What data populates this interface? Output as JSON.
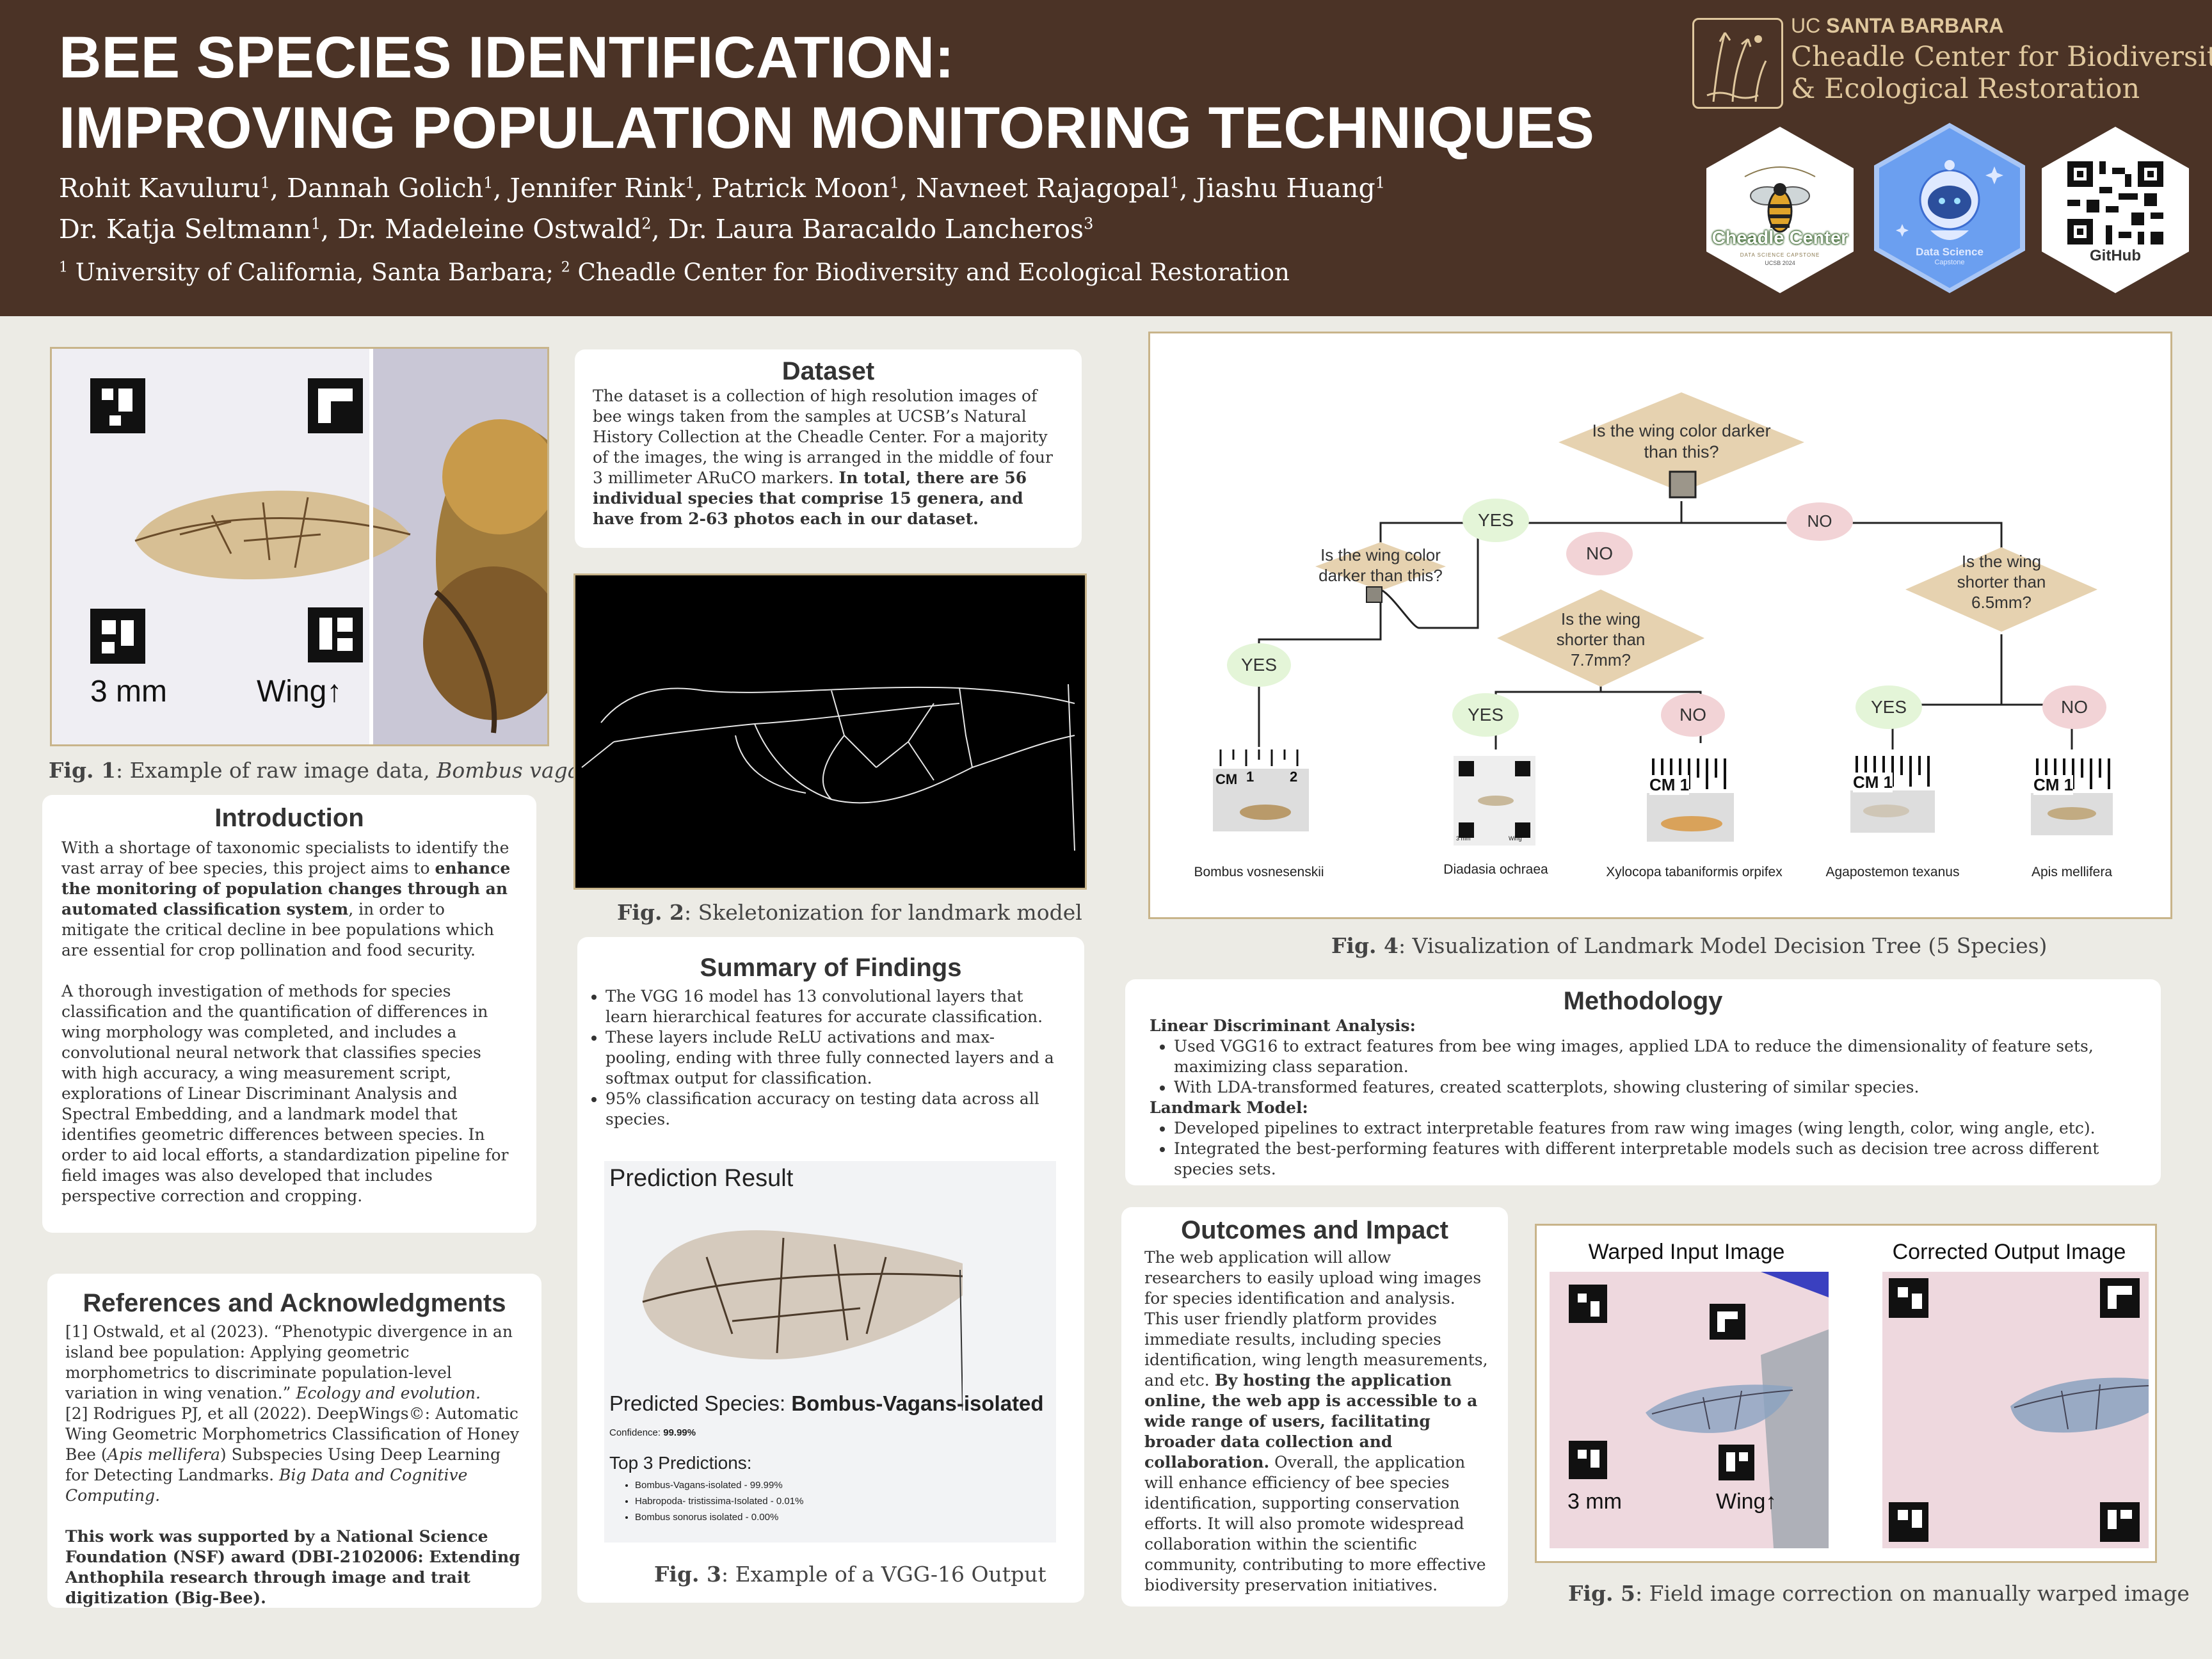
{
  "header": {
    "title_line1": "BEE SPECIES IDENTIFICATION:",
    "title_line2": "IMPROVING POPULATION MONITORING TECHNIQUES",
    "authors_line1": [
      "Rohit Kavuluru",
      "Dannah Golich",
      "Jennifer Rink",
      "Patrick Moon",
      "Navneet Rajagopal",
      "Jiashu Huang"
    ],
    "authors_line2": [
      "Dr. Katja Seltmann",
      "Dr. Madeleine Ostwald",
      "Dr. Laura Baracaldo Lancheros"
    ],
    "aff_marks": [
      "1",
      "2",
      "3"
    ],
    "affiliation_1": "University of California, Santa Barbara;",
    "affiliation_2": "Cheadle Center for Biodiversity and Ecological Restoration",
    "ucsb_prefix": "UC",
    "ucsb_name": "SANTA BARBARA",
    "center_line1": "Cheadle Center for Biodiversity",
    "center_line2": "& Ecological Restoration",
    "badge_cheadle": "Cheadle Center",
    "badge_cheadle_sub": "DATA SCIENCE CAPSTONE",
    "badge_cheadle_year": "UCSB 2024",
    "badge_ds_line1": "Data Science",
    "badge_ds_line2": "Capstone",
    "badge_github": "GitHub"
  },
  "fig1": {
    "scale_label": "3 mm",
    "wing_label": "Wing",
    "caption_label": "Fig. 1",
    "caption_text": ": Example of raw image data, ",
    "caption_species": "Bombus vagans."
  },
  "introduction": {
    "heading": "Introduction",
    "p1_a": "With a shortage of taxonomic specialists to identify the vast array of bee species, this project aims to ",
    "p1_b": "enhance the monitoring of population changes through an automated classification system",
    "p1_c": ", in order to mitigate the critical decline in bee populations which are essential for crop pollination and food security.",
    "p2": "A thorough investigation of methods for species classification and the quantification of differences in wing morphology was completed, and includes a convolutional neural network that classifies species with high accuracy, a wing measurement script, explorations of Linear Discriminant Analysis and Spectral Embedding, and a landmark model that identifies geometric differences between species. In order to aid local efforts, a standardization pipeline for field images was also developed that includes perspective correction and cropping."
  },
  "references": {
    "heading": "References and Acknowledgments",
    "ref1_a": "[1] Ostwald, et al (2023). “Phenotypic divergence in an island bee population: Applying geometric morphometrics to discriminate population-level variation in wing venation.” ",
    "ref1_b": "Ecology and evolution.",
    "ref2_a": "[2] Rodrigues PJ, et all (2022). DeepWings©: Automatic Wing Geometric Morphometrics Classification of Honey Bee (",
    "ref2_b": "Apis mellifera",
    "ref2_c": ") Subspecies Using Deep Learning for Detecting Landmarks. ",
    "ref2_d": "Big Data and Cognitive Computing.",
    "ack": "This work was supported by a National Science Foundation (NSF) award (DBI-2102006: Extending Anthophila research through image and trait digitization (Big-Bee)."
  },
  "dataset": {
    "heading": "Dataset",
    "text_a": "The dataset is a collection of high resolution images of bee wings taken from the samples at UCSB’s Natural History Collection at the Cheadle Center. For a majority of the images, the wing is arranged in the middle of four 3 millimeter ARuCO markers. ",
    "text_b": "In total, there are 56 individual species that comprise 15 genera, and have from 2-63 photos each in our dataset."
  },
  "fig2": {
    "caption_label": "Fig. 2",
    "caption_text": ": Skeletonization for landmark model"
  },
  "summary": {
    "heading": "Summary of Findings",
    "bullets": [
      "The VGG 16 model has 13 convolutional layers that learn hierarchical features for accurate classification.",
      "These layers include ReLU activations and max-pooling, ending with three fully connected layers and a softmax output for classification.",
      "95% classification accuracy on testing data across all species."
    ]
  },
  "prediction": {
    "heading": "Prediction Result",
    "species_label": "Predicted Species: ",
    "species_value": "Bombus-Vagans-isolated",
    "confidence_label": "Confidence: ",
    "confidence_value": "99.99%",
    "top3_heading": "Top 3 Predictions:",
    "top3": [
      "Bombus-Vagans-isolated - 99.99%",
      "Habropoda- tristissima-Isolated - 0.01%",
      "Bombus sonorus isolated - 0.00%"
    ]
  },
  "fig3": {
    "caption_label": "Fig. 3",
    "caption_text": ": Example of a VGG-16 Output"
  },
  "tree": {
    "q_root": [
      "Is the wing color darker",
      "than this?"
    ],
    "q_left": [
      "Is the wing color",
      "darker than this?"
    ],
    "q_mid": [
      "Is the wing",
      "shorter than",
      "7.7mm?"
    ],
    "q_right": [
      "Is the wing",
      "shorter than",
      "6.5mm?"
    ],
    "yes": "YES",
    "no": "NO",
    "scale_cm": "CM",
    "scale_1": "1",
    "scale_2": "2",
    "leaf_scale": "3 mm",
    "leaf_wing": "Wing",
    "species": [
      "Bombus vosnesenskii",
      "Diadasia ochraea",
      "Xylocopa tabaniformis orpifex",
      "Agapostemon texanus",
      "Apis mellifera"
    ]
  },
  "fig4": {
    "caption_label": "Fig. 4",
    "caption_text": ": Visualization of Landmark Model Decision Tree (5 Species)"
  },
  "methodology": {
    "heading": "Methodology",
    "lda_heading": "Linear Discriminant Analysis:",
    "lda_bullets": [
      "Used VGG16 to extract features from bee wing images, applied LDA to reduce the dimensionality of feature sets, maximizing class separation.",
      "With LDA-transformed features, created scatterplots, showing clustering of similar species."
    ],
    "landmark_heading": "Landmark Model:",
    "landmark_bullets": [
      "Developed pipelines to extract interpretable features from raw wing images (wing length, color, wing angle, etc).",
      "Integrated the best-performing features with different interpretable models  such as decision tree across different species sets."
    ]
  },
  "outcomes": {
    "heading": "Outcomes and Impact",
    "text_a": "The web application will allow researchers to easily upload wing images for species identification and analysis. This user friendly platform provides immediate results, including species identification, wing length measurements, and etc. ",
    "text_b": "By hosting the application online, the web app is accessible to a wide range of users, facilitating broader data collection and collaboration.",
    "text_c": " Overall, the application will enhance efficiency of bee species identification, supporting conservation efforts. It will also promote widespread collaboration within the scientific community, contributing to more effective biodiversity preservation initiatives."
  },
  "fig5": {
    "warped_title": "Warped Input Image",
    "corrected_title": "Corrected Output Image",
    "scale_label": "3 mm",
    "wing_label": "Wing",
    "caption_label": "Fig. 5",
    "caption_text": ": Field image correction on manually warped image"
  },
  "colors": {
    "header_bg": "#4b3326",
    "page_bg": "#ecebe5",
    "header_accent": "#e0c89e",
    "decision_node": "#e6d2b0",
    "yes_node": "#e4f5d8",
    "no_node": "#f2d3d6"
  }
}
